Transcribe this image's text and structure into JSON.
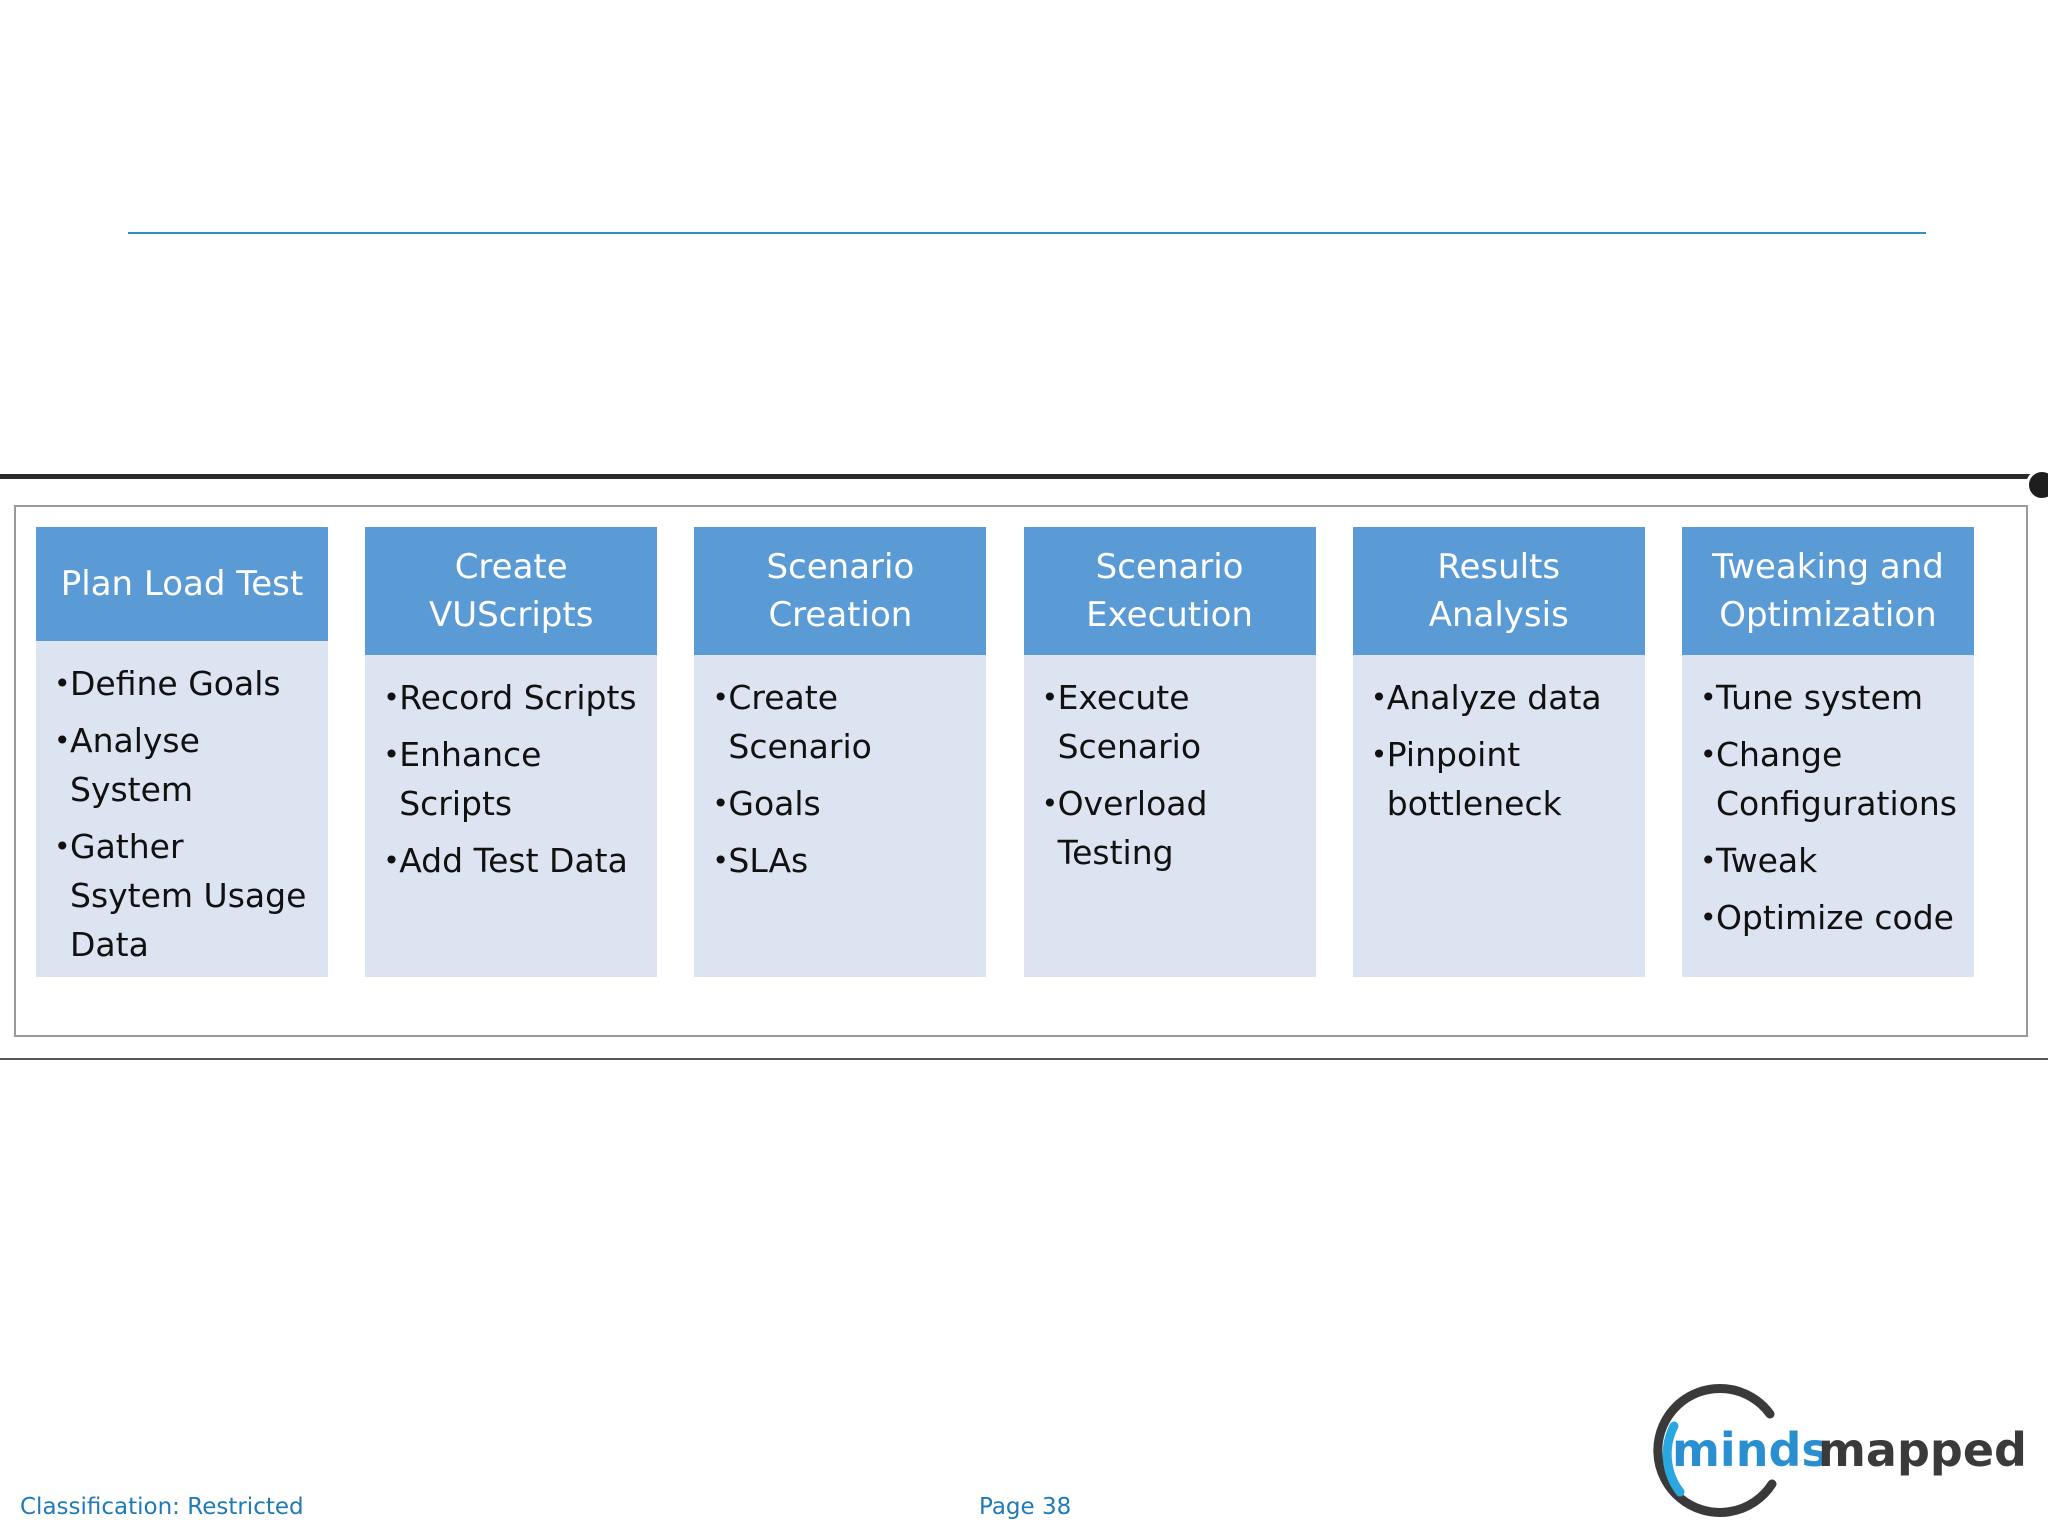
{
  "steps": [
    {
      "title": "Plan Load Test",
      "items": [
        "Define Goals",
        "Analyse System",
        "Gather Ssytem Usage Data"
      ]
    },
    {
      "title": "Create VUScripts",
      "items": [
        "Record Scripts",
        "Enhance Scripts",
        "Add Test Data"
      ]
    },
    {
      "title": "Scenario Creation",
      "items": [
        "Create Scenario",
        "Goals",
        "SLAs"
      ]
    },
    {
      "title": "Scenario Execution",
      "items": [
        "Execute Scenario",
        "Overload Testing"
      ]
    },
    {
      "title": "Results Analysis",
      "items": [
        "Analyze data",
        "Pinpoint bottleneck"
      ]
    },
    {
      "title": "Tweaking and Optimization",
      "items": [
        "Tune system",
        "Change Configurations",
        "Tweak",
        "Optimize code"
      ]
    }
  ],
  "bullet_glyph": "•",
  "footer": {
    "classification": "Classification: Restricted",
    "page": "Page 38"
  },
  "logo": {
    "text": "mindsmapped",
    "colors": {
      "ring": "#3a3a3a",
      "ring_accent": "#29a8e0",
      "text_blue": "#2a8fd1",
      "text_dark": "#3a3a3a"
    }
  },
  "colors": {
    "header_bg": "#5b9bd5",
    "body_bg": "#dce3f1",
    "rule": "#2e8fc4",
    "footer_text": "#1f7ab5"
  }
}
